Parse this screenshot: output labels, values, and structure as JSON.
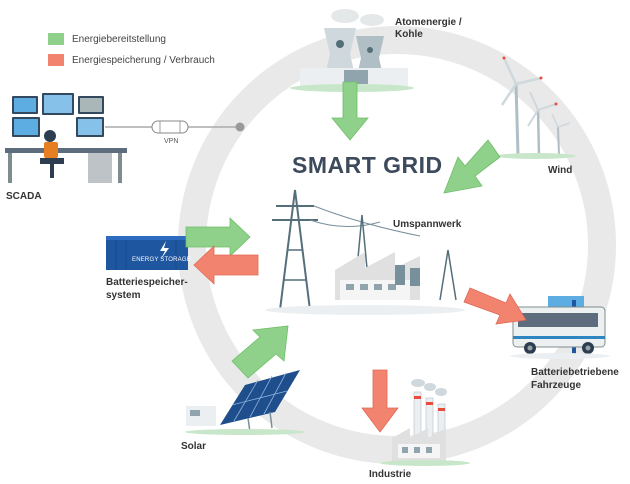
{
  "title": "SMART GRID",
  "legend": [
    {
      "label": "Energiebereitstellung",
      "color": "#8fd18a"
    },
    {
      "label": "Energiespeicherung / Verbrauch",
      "color": "#f2836f"
    }
  ],
  "nodes": {
    "nuclear": "Atomenergie / Kohle",
    "wind": "Wind",
    "scada": "SCADA",
    "substation": "Umspannwerk",
    "battery_line1": "Batteriespeicher-",
    "battery_line2": "system",
    "ev_line1": "Batteriebetriebene",
    "ev_line2": "Fahrzeuge",
    "solar": "Solar",
    "industry": "Industrie"
  },
  "vpn_label": "VPN",
  "battery_badge": "ENERGY STORAGE",
  "colors": {
    "supply": "#8fd18a",
    "storage": "#f2836f",
    "ring": "#e9e9e9",
    "title": "#3d4a5c",
    "battery": "#1e56a0"
  }
}
